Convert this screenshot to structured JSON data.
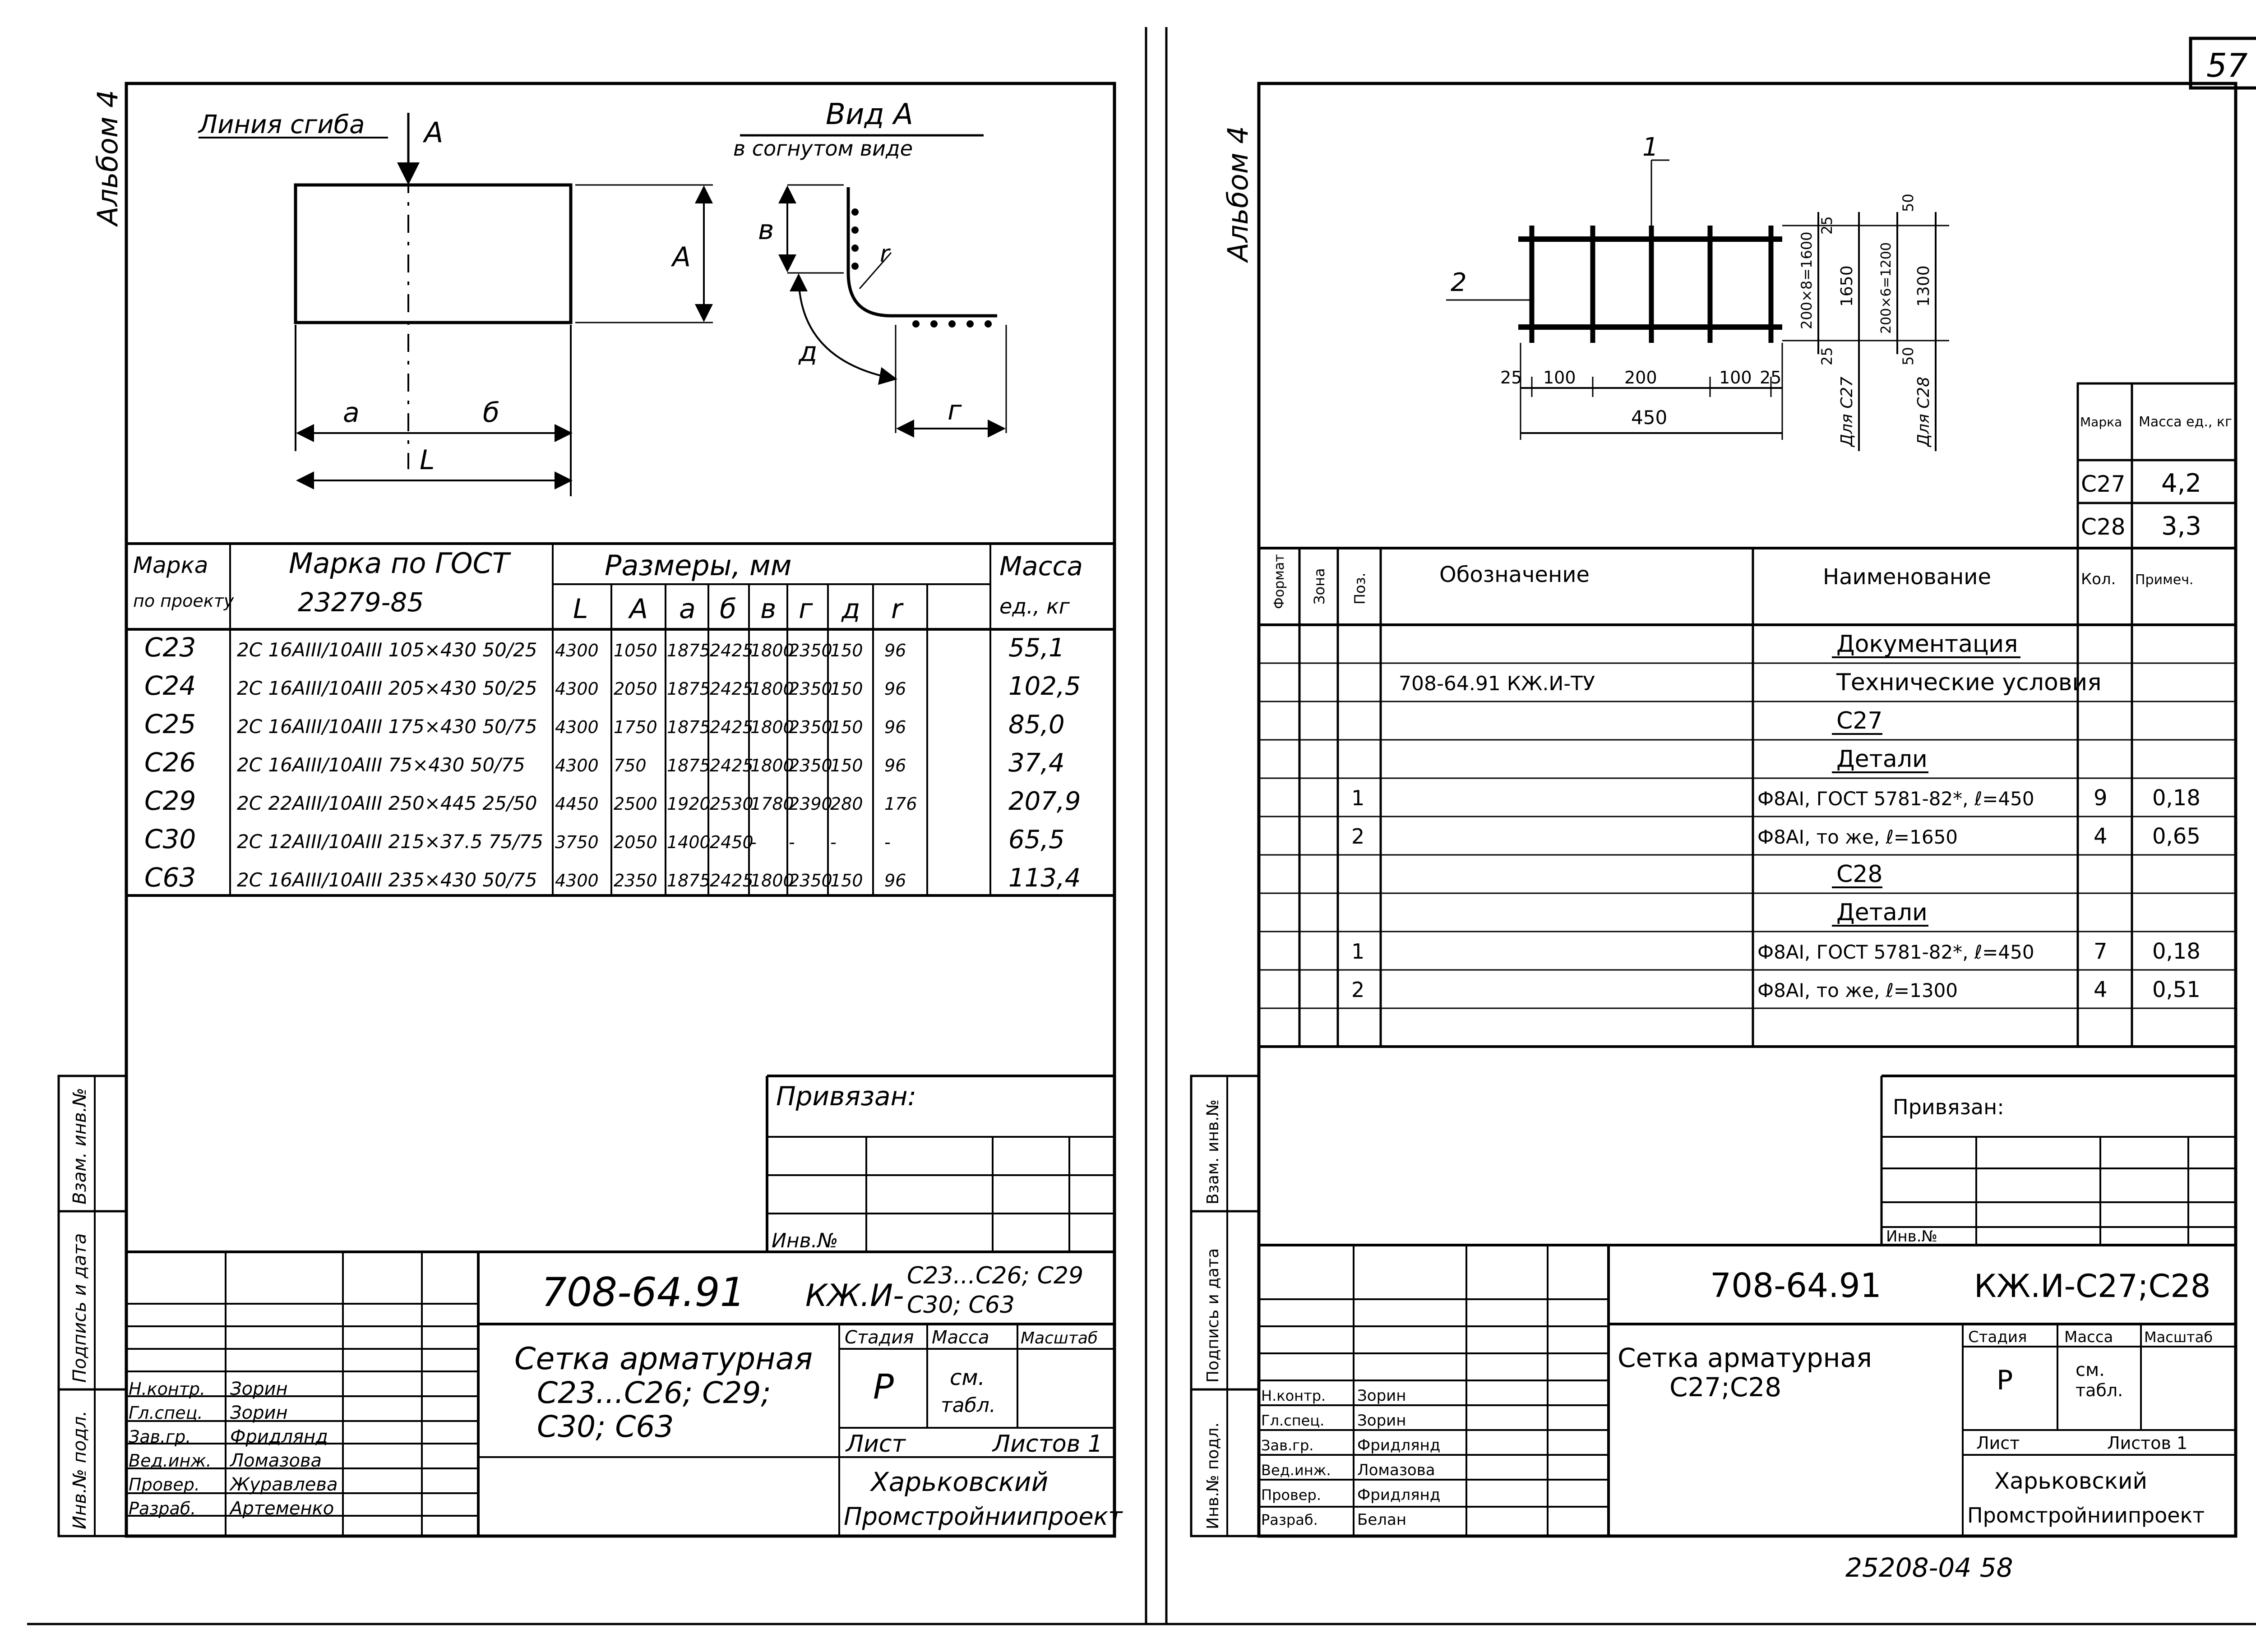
{
  "page": {
    "sheet_number": "57",
    "bottom_code": "25208-04  58"
  },
  "left_sheet": {
    "album_label": "Альбом 4",
    "drawing": {
      "bend_line_label": "Линия сгиба",
      "arrow_label": "А",
      "view_title": "Вид А",
      "view_subtitle": "в согнутом виде",
      "dim_a": "а",
      "dim_b": "б",
      "dim_L": "L",
      "dim_A": "А",
      "dim_v": "в",
      "dim_g": "г",
      "dim_d": "д",
      "dim_r": "r"
    },
    "table": {
      "h_mark": "Марка",
      "h_mark2": "по проекту",
      "h_gost": "Марка по ГОСТ",
      "h_gost2": "23279-85",
      "h_dims": "Размеры, мм",
      "h_mass": "Масса",
      "h_mass2": "ед., кг",
      "dim_cols": [
        "L",
        "А",
        "а",
        "б",
        "в",
        "г",
        "д",
        "r"
      ],
      "rows": [
        {
          "mark": "С23",
          "gost": "2С 16АIII/10АIII 105×430 50/25",
          "vals": [
            "4300",
            "1050",
            "1875",
            "2425",
            "1800",
            "2350",
            "150",
            "96"
          ],
          "mass": "55,1"
        },
        {
          "mark": "С24",
          "gost": "2С 16АIII/10АIII 205×430 50/25",
          "vals": [
            "4300",
            "2050",
            "1875",
            "2425",
            "1800",
            "2350",
            "150",
            "96"
          ],
          "mass": "102,5"
        },
        {
          "mark": "С25",
          "gost": "2С 16АIII/10АIII 175×430 50/75",
          "vals": [
            "4300",
            "1750",
            "1875",
            "2425",
            "1800",
            "2350",
            "150",
            "96"
          ],
          "mass": "85,0"
        },
        {
          "mark": "С26",
          "gost": "2С 16АIII/10АIII 75×430 50/75",
          "vals": [
            "4300",
            "750",
            "1875",
            "2425",
            "1800",
            "2350",
            "150",
            "96"
          ],
          "mass": "37,4"
        },
        {
          "mark": "С29",
          "gost": "2С 22АIII/10АIII 250×445 25/50",
          "vals": [
            "4450",
            "2500",
            "1920",
            "2530",
            "1780",
            "2390",
            "280",
            "176"
          ],
          "mass": "207,9"
        },
        {
          "mark": "С30",
          "gost": "2С 12АIII/10АIII 215×37.5 75/75",
          "vals": [
            "3750",
            "2050",
            "1400",
            "2450",
            "-",
            "-",
            "-",
            "-"
          ],
          "mass": "65,5"
        },
        {
          "mark": "С63",
          "gost": "2С 16АIII/10АIII 235×430 50/75",
          "vals": [
            "4300",
            "2350",
            "1875",
            "2425",
            "1800",
            "2350",
            "150",
            "96"
          ],
          "mass": "113,4"
        }
      ]
    },
    "stamp": {
      "privyazan": "Привязан:",
      "inv_no": "Инв.№",
      "code": "708-64.91",
      "code_mark": "КЖ.И-",
      "code_sheets_1": "С23...С26; С29",
      "code_sheets_2": "С30; С63",
      "title_1": "Сетка арматурная",
      "title_2": "С23...С26; С29;",
      "title_3": "С30; С63",
      "stage_h": "Стадия",
      "mass_h": "Масса",
      "scale_h": "Масштаб",
      "stage": "Р",
      "mass_val_1": "см.",
      "mass_val_2": "табл.",
      "list_h": "Лист",
      "lists_h": "Листов 1",
      "org_1": "Харьковский",
      "org_2": "Промстройниипроект",
      "roles": [
        "Н.контр.",
        "Гл.спец.",
        "Зав.гр.",
        "Вед.инж.",
        "Провер.",
        "Разраб."
      ],
      "names": [
        "Зорин",
        "Зорин",
        "Фридлянд",
        "Ломазова",
        "Журавлева",
        "Артеменко"
      ],
      "side_1": "Инв.№ подл.",
      "side_2": "Подпись и дата",
      "side_3": "Взам. инв.№"
    }
  },
  "right_sheet": {
    "album_label": "Альбом 4",
    "drawing": {
      "pos1": "1",
      "pos2": "2",
      "d_25a": "25",
      "d_100a": "100",
      "d_200": "200",
      "d_100b": "100",
      "d_25b": "25",
      "d_450": "450",
      "v_200x8": "200×8=1600",
      "v_25a": "25",
      "v_25b": "25",
      "v_1650": "1650",
      "v_200x6": "200×6=1200",
      "v_50a": "50",
      "v_50b": "50",
      "v_1300": "1300",
      "for_c27": "Для С27",
      "for_c28": "Для С28"
    },
    "mass_table": {
      "h_mark": "Марка",
      "h_mass": "Масса ед., кг",
      "rows": [
        {
          "mark": "С27",
          "mass": "4,2"
        },
        {
          "mark": "С28",
          "mass": "3,3"
        }
      ]
    },
    "spec": {
      "h_format": "Формат",
      "h_zone": "Зона",
      "h_pos": "Поз.",
      "h_desig": "Обозначение",
      "h_name": "Наименование",
      "h_qty": "Кол.",
      "h_note": "Примеч.",
      "rows": [
        {
          "pos": "",
          "desig": "",
          "name": "Документация",
          "qty": "",
          "note": ""
        },
        {
          "pos": "",
          "desig": "708-64.91    КЖ.И-ТУ",
          "name": "Технические условия",
          "qty": "",
          "note": ""
        },
        {
          "pos": "",
          "desig": "",
          "name": "С27",
          "qty": "",
          "note": ""
        },
        {
          "pos": "",
          "desig": "",
          "name": "Детали",
          "qty": "",
          "note": ""
        },
        {
          "pos": "1",
          "desig": "",
          "name": "Ф8АI, ГОСТ 5781-82*, ℓ=450",
          "qty": "9",
          "note": "0,18"
        },
        {
          "pos": "2",
          "desig": "",
          "name": "Ф8АI, то же, ℓ=1650",
          "qty": "4",
          "note": "0,65"
        },
        {
          "pos": "",
          "desig": "",
          "name": "С28",
          "qty": "",
          "note": ""
        },
        {
          "pos": "",
          "desig": "",
          "name": "Детали",
          "qty": "",
          "note": ""
        },
        {
          "pos": "1",
          "desig": "",
          "name": "Ф8АI, ГОСТ 5781-82*, ℓ=450",
          "qty": "7",
          "note": "0,18"
        },
        {
          "pos": "2",
          "desig": "",
          "name": "Ф8АI, то же, ℓ=1300",
          "qty": "4",
          "note": "0,51"
        },
        {
          "pos": "",
          "desig": "",
          "name": "",
          "qty": "",
          "note": ""
        }
      ]
    },
    "stamp": {
      "privyazan": "Привязан:",
      "inv_no": "Инв.№",
      "code": "708-64.91",
      "code_mark": "КЖ.И-С27;С28",
      "title_1": "Сетка арматурная",
      "title_2": "С27;С28",
      "stage_h": "Стадия",
      "mass_h": "Масса",
      "scale_h": "Масштаб",
      "stage": "Р",
      "mass_val_1": "см.",
      "mass_val_2": "табл.",
      "list_h": "Лист",
      "lists_h": "Листов 1",
      "org_1": "Харьковский",
      "org_2": "Промстройниипроект",
      "roles": [
        "Н.контр.",
        "Гл.спец.",
        "Зав.гр.",
        "Вед.инж.",
        "Провер.",
        "Разраб."
      ],
      "names": [
        "Зорин",
        "Зорин",
        "Фридлянд",
        "Ломазова",
        "Фридлянд",
        "Белан"
      ],
      "side_1": "Инв.№ подл.",
      "side_2": "Подпись и дата",
      "side_3": "Взам. инв.№"
    }
  }
}
